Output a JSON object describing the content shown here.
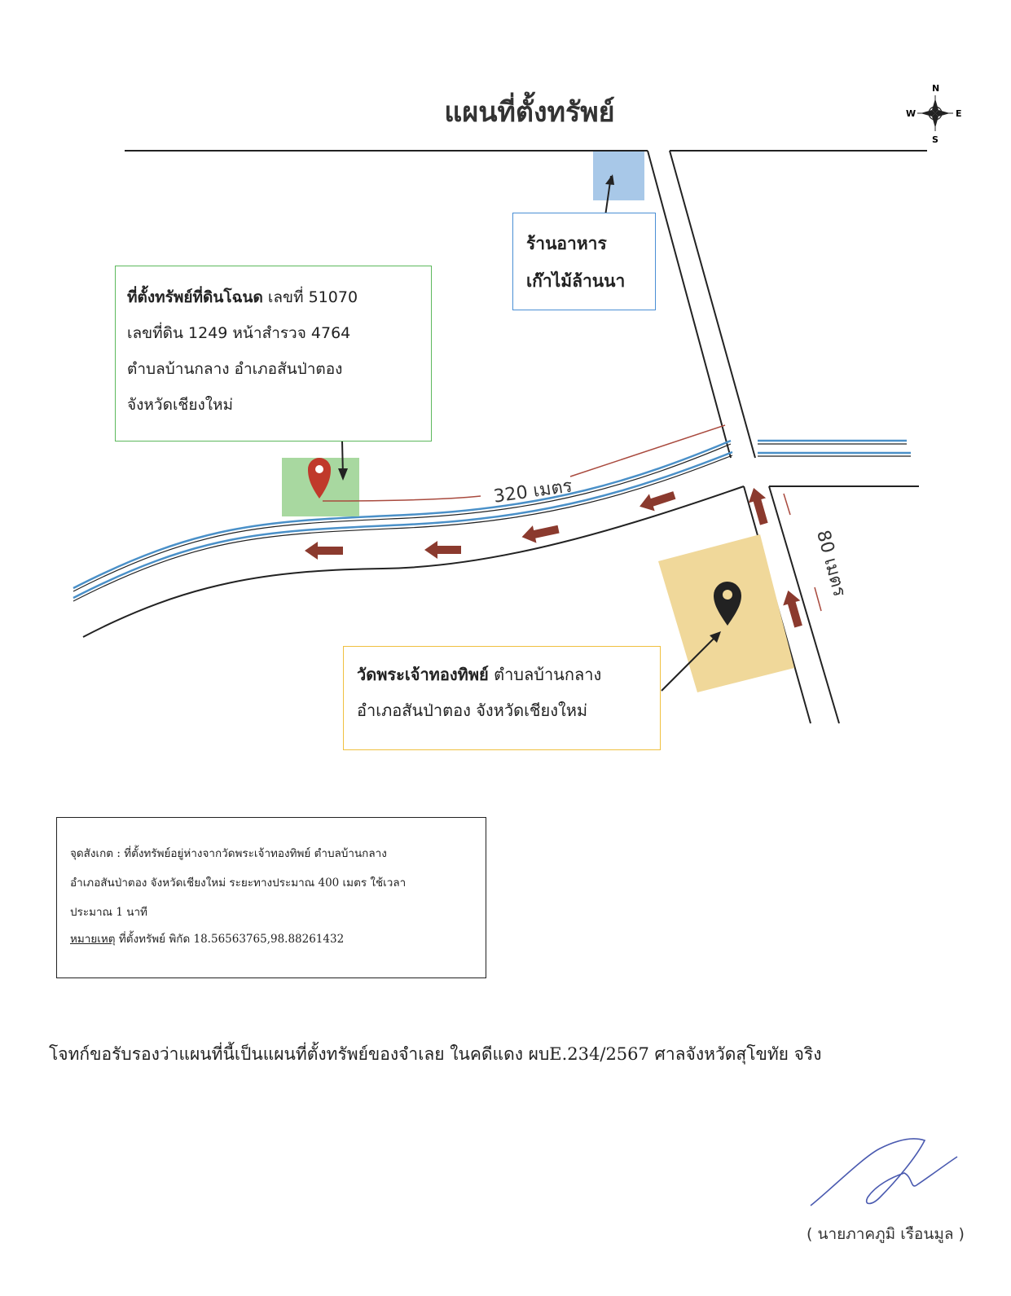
{
  "title": "แผนที่ตั้งทรัพย์",
  "compass": {
    "n": "N",
    "s": "S",
    "e": "E",
    "w": "W",
    "icon": "compass-rose"
  },
  "property_box": {
    "heading": "ที่ตั้งทรัพย์ที่ดินโฉนด",
    "line1_rest": " เลขที่ 51070",
    "line2": "เลขที่ดิน 1249 หน้าสำรวจ 4764",
    "line3": "ตำบลบ้านกลาง อำเภอสันป่าตอง",
    "line4": "จังหวัดเชียงใหม่"
  },
  "restaurant_box": {
    "line1": "ร้านอาหาร",
    "line2": "เก๊าไม้ล้านนา"
  },
  "temple_box": {
    "heading": "วัดพระเจ้าทองทิพย์",
    "line1_rest": " ตำบลบ้านกลาง",
    "line2": "อำเภอสันป่าตอง จังหวัดเชียงใหม่"
  },
  "distances": {
    "main": "320 เมตร",
    "side": "80 เมตร"
  },
  "colors": {
    "property_marker": "#c0392b",
    "temple_marker": "#222222",
    "arrow": "#8b3a2e",
    "canal": "#4a90c8",
    "property_zone": "#a8d8a0",
    "temple_zone": "#f0d89a",
    "restaurant_zone": "#a8c8e8"
  },
  "note": {
    "line1": "จุดสังเกต : ที่ตั้งทรัพย์อยู่ห่างจากวัดพระเจ้าทองทิพย์ ตำบลบ้านกลาง",
    "line2": "อำเภอสันป่าตอง จังหวัดเชียงใหม่ ระยะทางประมาณ 400  เมตร ใช้เวลา",
    "line3": "ประมาณ 1 นาที",
    "remark_label": "หมายเหตุ",
    "remark_text": "  ที่ตั้งทรัพย์ พิกัด 18.56563765,98.88261432"
  },
  "certification": "โจทก์ขอรับรองว่าแผนที่นี้เป็นแผนที่ตั้งทรัพย์ของจำเลย ในคดีแดง ผบE.234/2567 ศาลจังหวัดสุโขทัย จริง",
  "signer": "( นายภาคภูมิ เรือนมูล )"
}
